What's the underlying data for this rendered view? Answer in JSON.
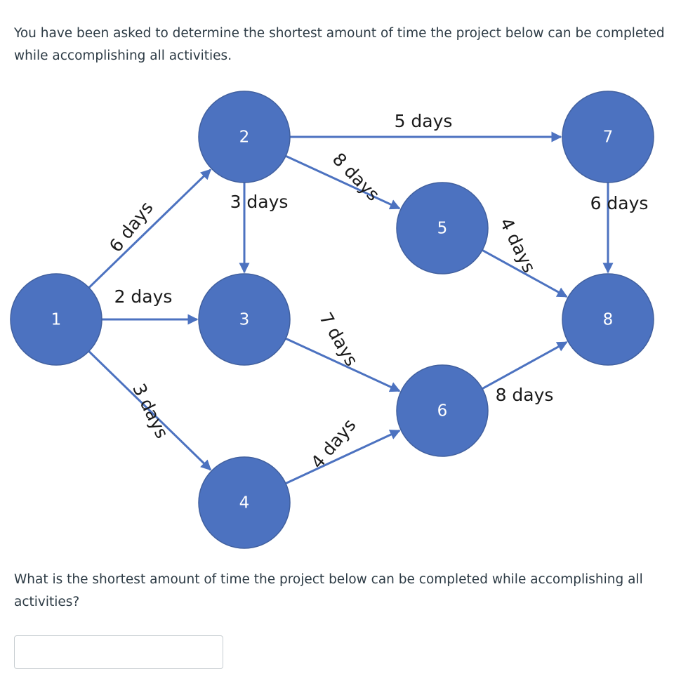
{
  "intro_text": "You have been asked to determine the shortest amount of time the project below can be completed while accomplishing all activities.",
  "question_text": "What is the shortest amount of time the project below can be completed while accomplishing all activities?",
  "answer_input": {
    "value": ""
  },
  "colors": {
    "node_fill": "#4c72c0",
    "edge_stroke": "#4c72c0",
    "node_text": "#ffffff",
    "edge_text": "#1a1a1a"
  },
  "network": {
    "nodes": [
      {
        "id": "1",
        "label": "1"
      },
      {
        "id": "2",
        "label": "2"
      },
      {
        "id": "3",
        "label": "3"
      },
      {
        "id": "4",
        "label": "4"
      },
      {
        "id": "5",
        "label": "5"
      },
      {
        "id": "6",
        "label": "6"
      },
      {
        "id": "7",
        "label": "7"
      },
      {
        "id": "8",
        "label": "8"
      }
    ],
    "edges": [
      {
        "from": "1",
        "to": "2",
        "duration_days": 6,
        "label": "6 days"
      },
      {
        "from": "1",
        "to": "3",
        "duration_days": 2,
        "label": "2 days"
      },
      {
        "from": "1",
        "to": "4",
        "duration_days": 3,
        "label": "3 days"
      },
      {
        "from": "2",
        "to": "3",
        "duration_days": 3,
        "label": "3 days"
      },
      {
        "from": "2",
        "to": "7",
        "duration_days": 5,
        "label": "5 days"
      },
      {
        "from": "2",
        "to": "5",
        "duration_days": 8,
        "label": "8 days"
      },
      {
        "from": "3",
        "to": "6",
        "duration_days": 7,
        "label": "7 days"
      },
      {
        "from": "4",
        "to": "6",
        "duration_days": 4,
        "label": "4 days"
      },
      {
        "from": "5",
        "to": "8",
        "duration_days": 4,
        "label": "4 days"
      },
      {
        "from": "6",
        "to": "8",
        "duration_days": 8,
        "label": "8 days"
      },
      {
        "from": "7",
        "to": "8",
        "duration_days": 6,
        "label": "6 days"
      }
    ]
  }
}
